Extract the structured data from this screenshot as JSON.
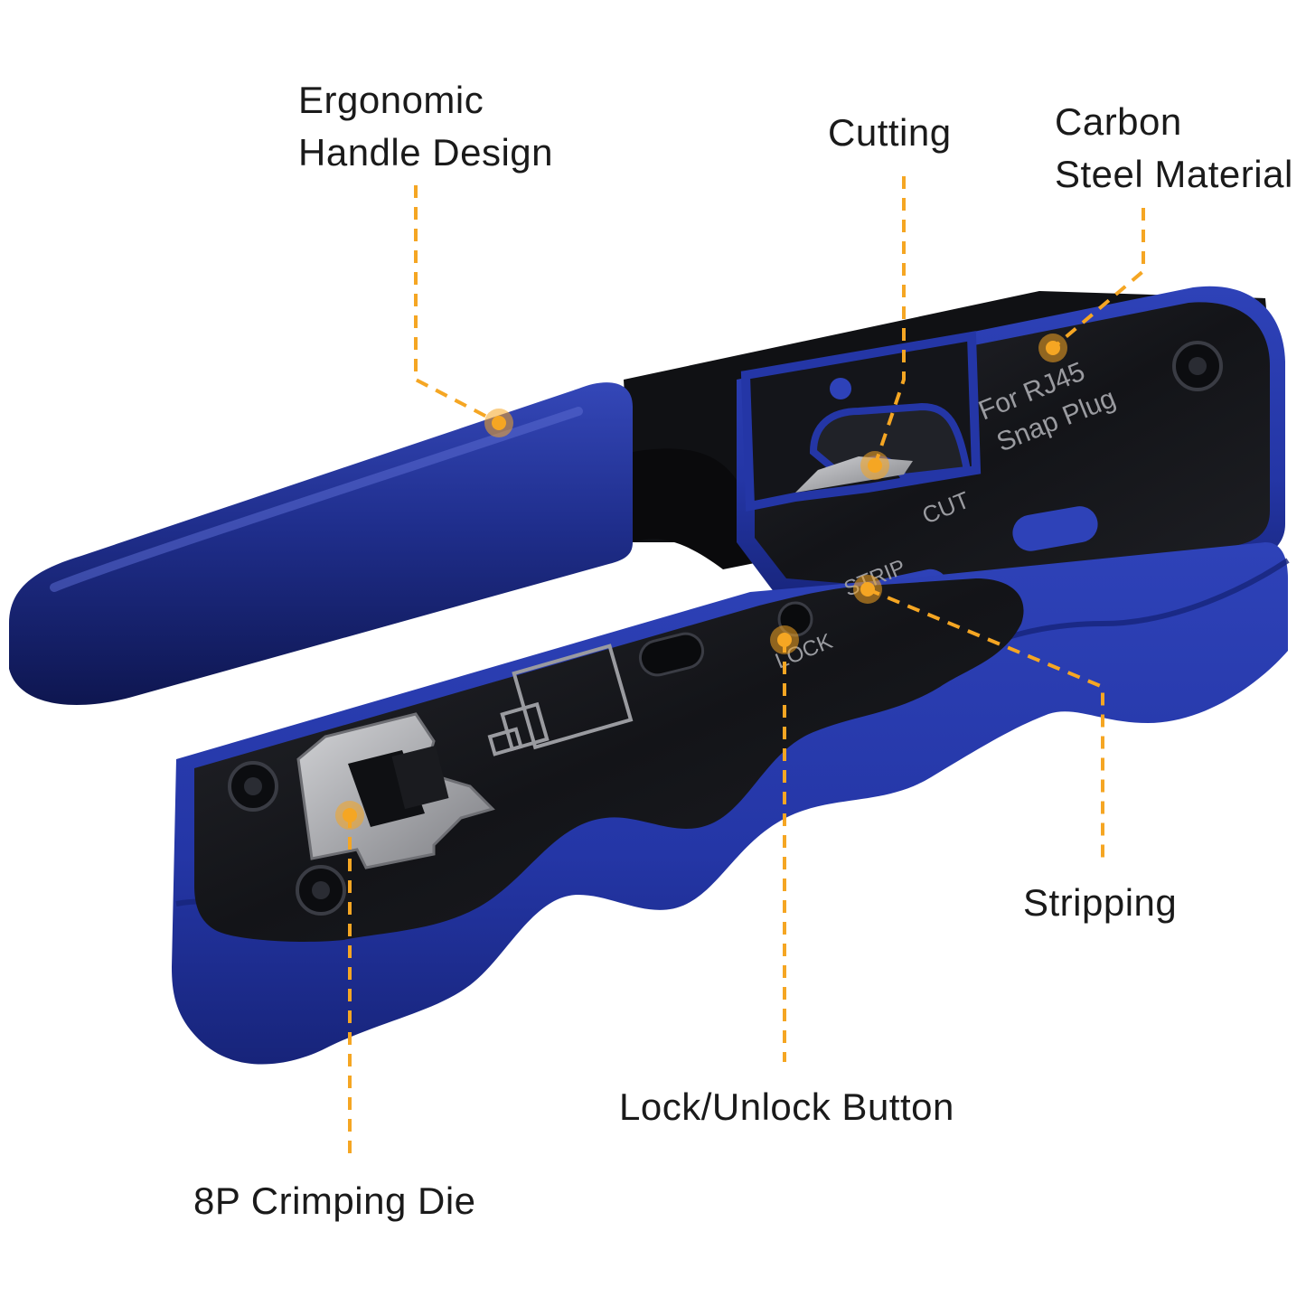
{
  "colors": {
    "accent": "#F5A623",
    "handle_blue": "#1F2E8C",
    "body_blue": "#2436A6",
    "plate_black": "#16171B",
    "die_silver": "#A8A9AD"
  },
  "callouts": {
    "ergonomic_handle": {
      "line1": "Ergonomic",
      "line2": "Handle Design"
    },
    "cutting": {
      "line1": "Cutting"
    },
    "carbon_steel": {
      "line1": "Carbon",
      "line2": "Steel Material"
    },
    "stripping": {
      "line1": "Stripping"
    },
    "lock_button": {
      "line1": "Lock/Unlock Button"
    },
    "crimping_die": {
      "line1": "8P Crimping Die"
    }
  },
  "tool_markings": {
    "brand_line1": "For RJ45",
    "brand_line2": "Snap Plug",
    "cut": "CUT",
    "strip": "STRIP",
    "lock": "LOCK"
  },
  "icons": [
    "rj45-plug-icon",
    "callout-dot-icon"
  ]
}
